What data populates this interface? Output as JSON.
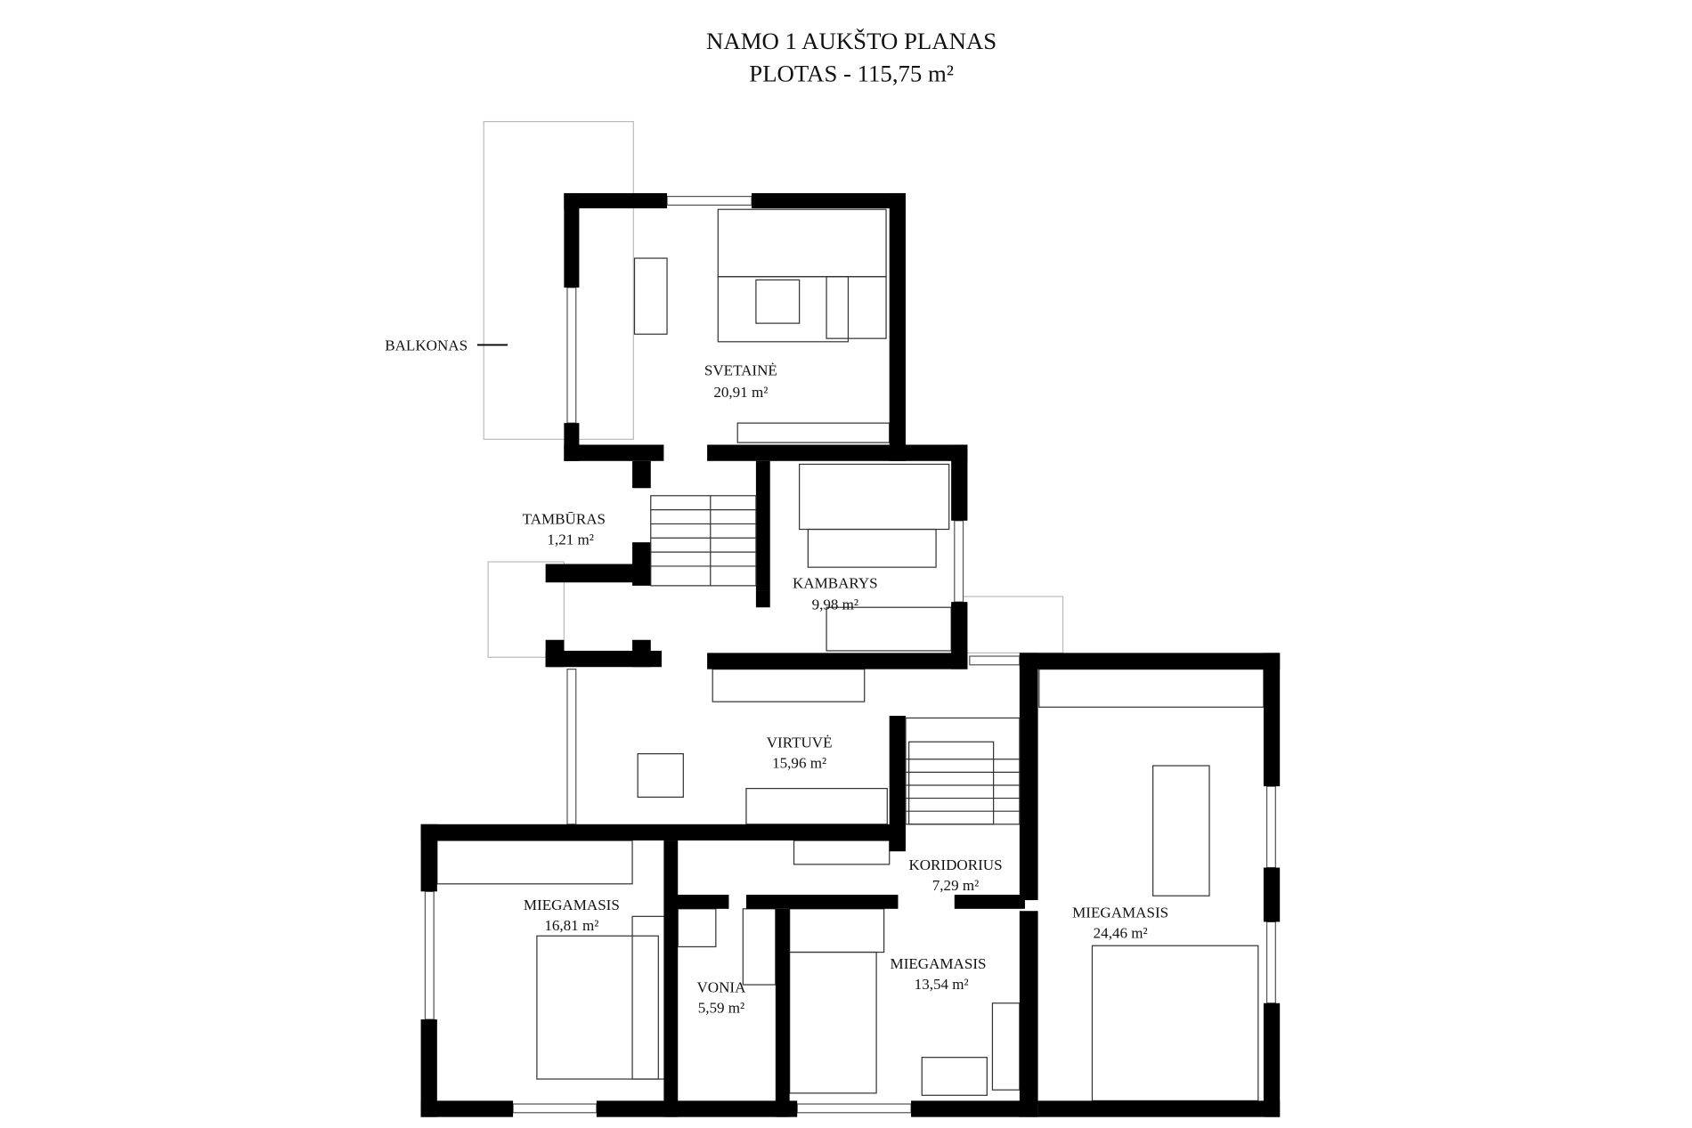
{
  "header": {
    "title": "NAMO 1 AUKŠTO PLANAS",
    "area": "PLOTAS - 115,75 m²"
  },
  "rooms": [
    {
      "name": "SVETAINĖ",
      "area": "20,91 m²"
    },
    {
      "name": "TAMBŪRAS",
      "area": "1,21 m²"
    },
    {
      "name": "KAMBARYS",
      "area": "9,98 m²"
    },
    {
      "name": "VIRTUVĖ",
      "area": "15,96 m²"
    },
    {
      "name": "KORIDORIUS",
      "area": "7,29 m²"
    },
    {
      "name": "MIEGAMASIS",
      "area": "16,81 m²"
    },
    {
      "name": "VONIA",
      "area": "5,59 m²"
    },
    {
      "name": "MIEGAMASIS",
      "area": "13,54 m²"
    },
    {
      "name": "MIEGAMASIS",
      "area": "24,46 m²"
    }
  ],
  "callouts": {
    "balcony": "BALKONAS"
  }
}
